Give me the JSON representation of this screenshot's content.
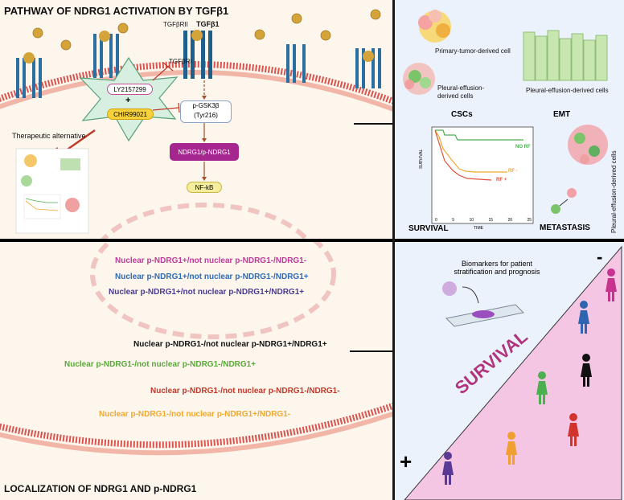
{
  "top": {
    "title": "PATHWAY OF NDRG1 ACTIVATION BY TGFβ1",
    "tgfbrii": "TGFβRII",
    "tgfb1": "TGFβ1",
    "tgfbri": "TGFβRI",
    "ly": "LY2157299",
    "plus": "+",
    "chir": "CHIR99021",
    "gsk_line1": "p-GSK3β",
    "gsk_line2": "(Tyr216)",
    "ndrg": "NDRG1/p-NDRG1",
    "nfkb": "NF-kB",
    "therapeutic": "Therapeutic alternative"
  },
  "right_top": {
    "primary": "Primary-tumor-derived cell",
    "pleural1": "Pleural-effusion-",
    "pleural2": "derived cells",
    "pleural_emt": "Pleural-effusion-derived cells",
    "cscs": "CSCs",
    "emt": "EMT",
    "survival": "SURVIVAL",
    "metastasis": "METASTASIS",
    "vertical": "Pleural-effusion-derived cells",
    "km_ylabel": "SURVIVAL",
    "km_xlabel": "TIME",
    "km_no_rf": "NO RF",
    "km_rf_minus": "RF -",
    "km_rf_plus": "RF +",
    "km_ticks": [
      "0",
      "5",
      "10",
      "15",
      "20",
      "25"
    ]
  },
  "bottom": {
    "title": "LOCALIZATION OF NDRG1 AND p-NDRG1",
    "items": [
      {
        "text": "Nuclear p-NDRG1+/not nuclear p-NDRG1-/NDRG1-",
        "color": "#c0399c"
      },
      {
        "text": "Nuclear p-NDRG1+/not nuclear p-NDRG1-/NDRG1+",
        "color": "#2e6bb8"
      },
      {
        "text": "Nuclear p-NDRG1+/not nuclear p-NDRG1+/NDRG1+",
        "color": "#4b3a94"
      },
      {
        "text": "Nuclear p-NDRG1-/not nuclear p-NDRG1+/NDRG1+",
        "color": "#111111"
      },
      {
        "text": "Nuclear p-NDRG1-/not nuclear p-NDRG1-/NDRG1+",
        "color": "#5aa83a"
      },
      {
        "text": "Nuclear p-NDRG1-/not nuclear p-NDRG1-/NDRG1-",
        "color": "#c0392b"
      },
      {
        "text": "Nuclear p-NDRG1-/not nuclear p-NDRG1+/NDRG1-",
        "color": "#f0a830"
      }
    ],
    "biomarkers1": "Biomarkers for patient",
    "biomarkers2": "stratification and prognosis",
    "survival": "SURVIVAL",
    "minus": "-",
    "plus": "+"
  },
  "colors": {
    "panel_bg": "#fdf6ec",
    "right_bg": "#ecf2fb",
    "membrane": "#d9534f",
    "receptor": "#2a6fa0",
    "ligand": "#d4a43a",
    "ndrg_box": "#a6268f",
    "triangle": "#f5c6e3",
    "survival_text": "#b0347e"
  },
  "figures": [
    {
      "name": "figure-magenta",
      "color": "#c7338f"
    },
    {
      "name": "figure-blue",
      "color": "#2e64b0"
    },
    {
      "name": "figure-black",
      "color": "#111111"
    },
    {
      "name": "figure-green",
      "color": "#4caf50"
    },
    {
      "name": "figure-red",
      "color": "#d0342c"
    },
    {
      "name": "figure-orange",
      "color": "#f0a030"
    },
    {
      "name": "figure-purple",
      "color": "#5a3a94"
    }
  ]
}
